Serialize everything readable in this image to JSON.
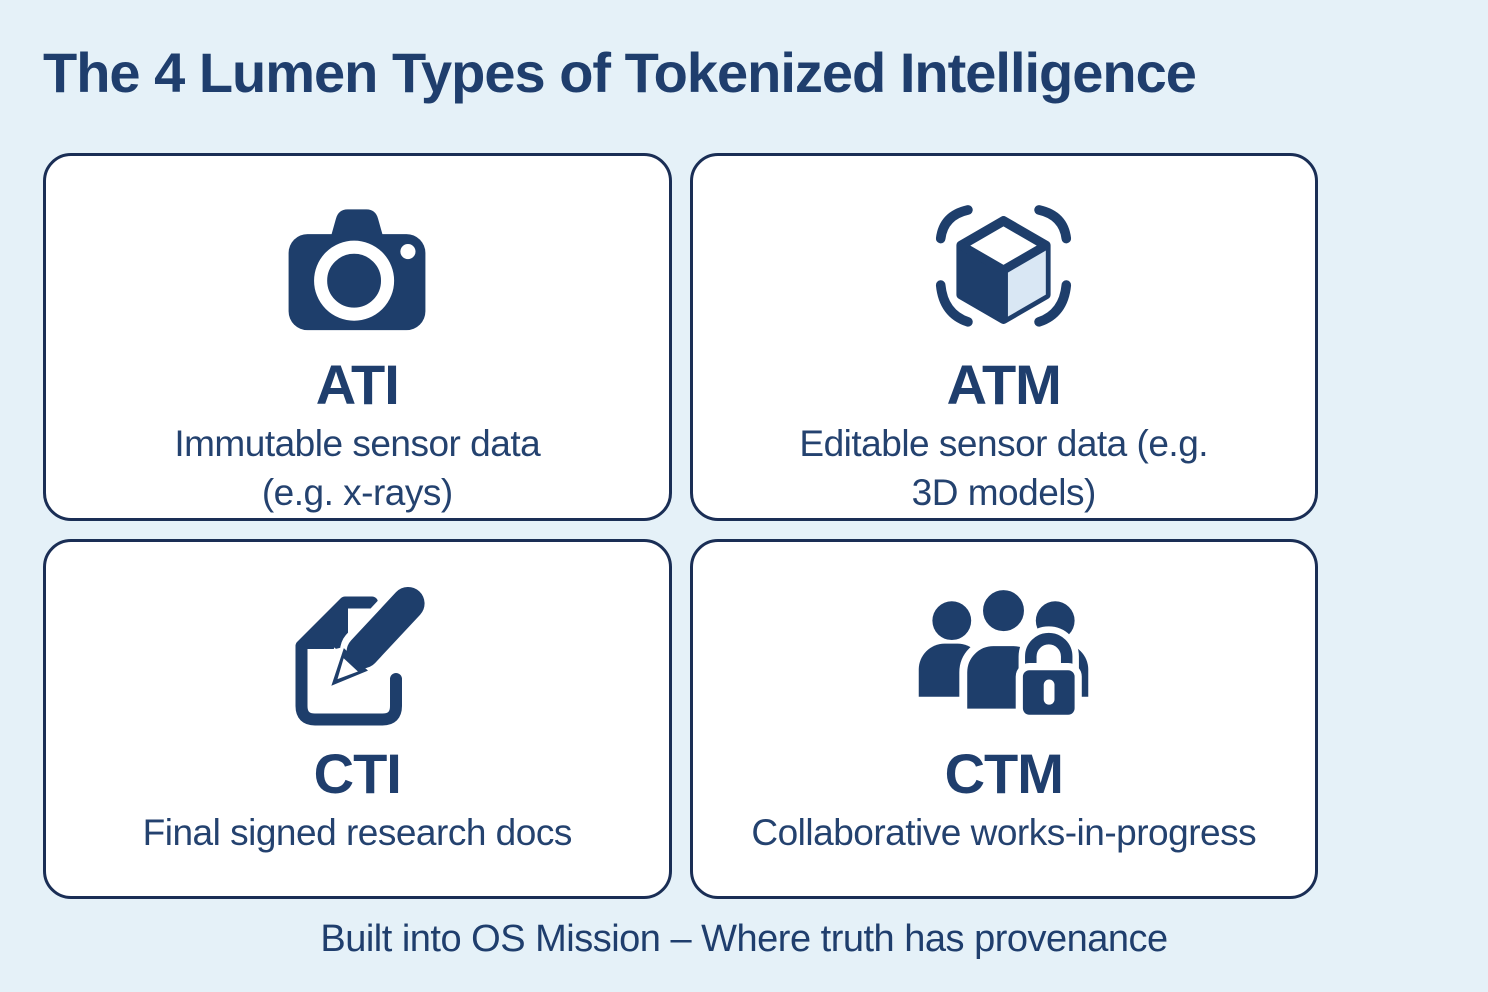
{
  "title": "The 4 Lumen Types of Tokenized Intelligence",
  "cards": [
    {
      "acronym": "ATI",
      "description": "Immutable sensor data\n(e.g. x-rays)",
      "icon": "camera"
    },
    {
      "acronym": "ATM",
      "description": "Editable sensor  data (e.g.\n3D models)",
      "icon": "3d-cube-scan"
    },
    {
      "acronym": "CTI",
      "description": "Final signed research docs",
      "icon": "document-edit"
    },
    {
      "acronym": "CTM",
      "description": "Collaborative works-in-progress",
      "icon": "group-lock"
    }
  ],
  "footer": "Built into OS Mission – Where truth has provenance",
  "colors": {
    "background": "#e5f1f8",
    "card_background": "#ffffff",
    "card_border": "#1a2e55",
    "navy": "#1e3e6b",
    "text": "#1f3e6d",
    "cube_light_face": "#d9e7f4",
    "icon_detail_white": "#ffffff"
  }
}
